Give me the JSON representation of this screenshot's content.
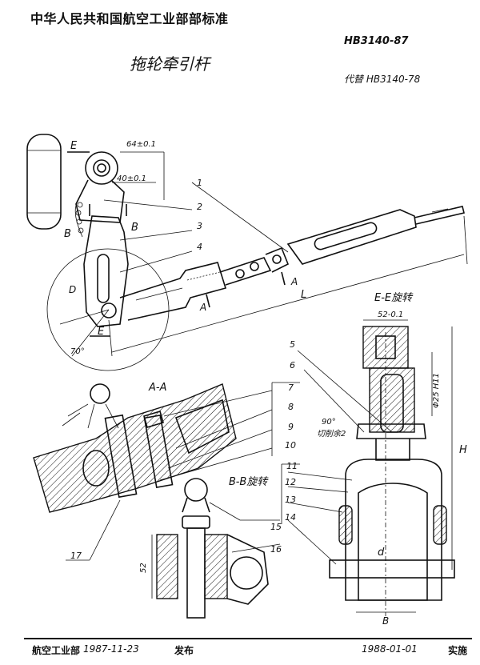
{
  "header": {
    "org": "中华人民共和国航空工业部部标准",
    "standard_no": "HB3140-87",
    "title": "拖轮牵引杆",
    "replaces": "代替 HB3140-78"
  },
  "drawing": {
    "labels": {
      "E": "E",
      "B": "B",
      "A": "A",
      "D": "D",
      "L": "L",
      "H": "H",
      "d": "d",
      "dim_64": "64±0.1",
      "dim_40": "40±0.1",
      "angle_70": "70°",
      "angle_90": "90°",
      "chamfer_note": "切削余2",
      "dim_52a": "52-0.1",
      "dim_52b": "52",
      "phi25": "Φ25 H11",
      "view_aa": "A-A",
      "view_bb": "B-B旋转",
      "view_ee": "E-E旋转"
    },
    "callouts": [
      "1",
      "2",
      "3",
      "4",
      "5",
      "6",
      "7",
      "8",
      "9",
      "10",
      "11",
      "12",
      "13",
      "14",
      "15",
      "16",
      "17"
    ]
  },
  "footer": {
    "org": "航空工业部",
    "issue_date": "1987-11-23",
    "issued": "发布",
    "impl_date": "1988-01-01",
    "implemented": "实施"
  }
}
